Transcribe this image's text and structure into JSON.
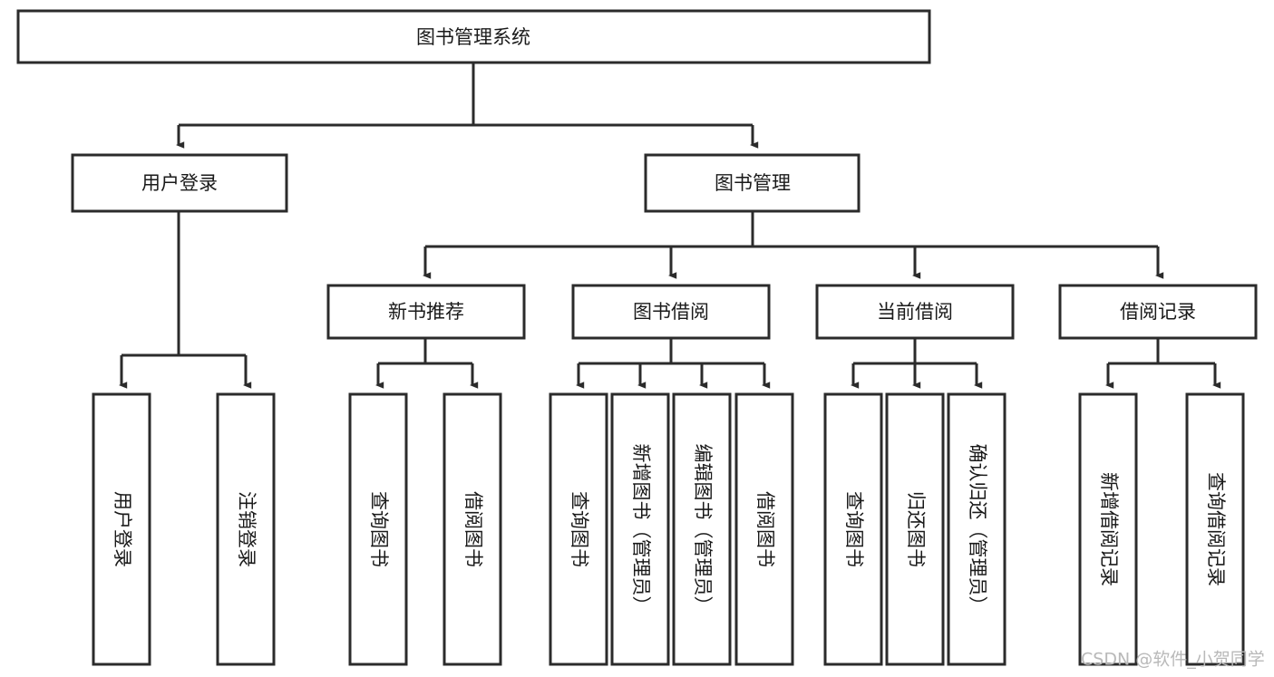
{
  "diagram": {
    "type": "tree-hierarchy-chart",
    "title": "图书管理系统",
    "orientation": "top-down",
    "colors": {
      "box_stroke": "#2b2b2b",
      "box_fill": "#ffffff",
      "connector": "#2b2b2b",
      "text": "#1a1a1a",
      "watermark": "#b9b9b9",
      "background": "#ffffff"
    },
    "levels": {
      "root": {
        "label": "图书管理系统"
      },
      "level2": [
        {
          "id": "user-login",
          "label": "用户登录"
        },
        {
          "id": "book-management",
          "label": "图书管理"
        }
      ],
      "level3": [
        {
          "id": "new-book-recommend",
          "label": "新书推荐",
          "parent": "book-management"
        },
        {
          "id": "book-borrow",
          "label": "图书借阅",
          "parent": "book-management"
        },
        {
          "id": "current-borrow",
          "label": "当前借阅",
          "parent": "book-management"
        },
        {
          "id": "borrow-record",
          "label": "借阅记录",
          "parent": "book-management"
        }
      ],
      "leaves": [
        {
          "id": "leaf-user-login",
          "label": "用户登录",
          "parent": "user-login"
        },
        {
          "id": "leaf-logout-login",
          "label": "注销登录",
          "parent": "user-login"
        },
        {
          "id": "leaf-query-book-1",
          "label": "查询图书",
          "parent": "new-book-recommend"
        },
        {
          "id": "leaf-borrow-book-1",
          "label": "借阅图书",
          "parent": "new-book-recommend"
        },
        {
          "id": "leaf-query-book-2",
          "label": "查询图书",
          "parent": "book-borrow"
        },
        {
          "id": "leaf-add-book",
          "label": "新增图书（管理员）",
          "parent": "book-borrow"
        },
        {
          "id": "leaf-edit-book",
          "label": "编辑图书（管理员）",
          "parent": "book-borrow"
        },
        {
          "id": "leaf-borrow-book-2",
          "label": "借阅图书",
          "parent": "book-borrow"
        },
        {
          "id": "leaf-query-book-3",
          "label": "查询图书",
          "parent": "current-borrow"
        },
        {
          "id": "leaf-return-book",
          "label": "归还图书",
          "parent": "current-borrow"
        },
        {
          "id": "leaf-confirm-return",
          "label": "确认归还（管理员）",
          "parent": "current-borrow"
        },
        {
          "id": "leaf-add-record",
          "label": "新增借阅记录",
          "parent": "borrow-record"
        },
        {
          "id": "leaf-query-record",
          "label": "查询借阅记录",
          "parent": "borrow-record"
        }
      ]
    }
  },
  "watermark": {
    "label": "CSDN @软件_小贺同学"
  }
}
